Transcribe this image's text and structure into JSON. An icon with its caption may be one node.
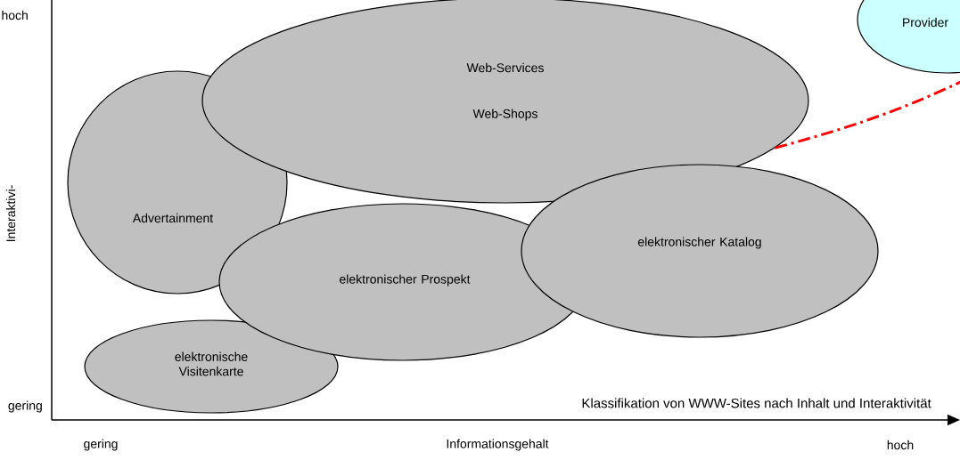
{
  "diagram": {
    "caption": "Klassifikation von WWW-Sites nach Inhalt und Interaktivität",
    "nodes": [
      {
        "text": [
          "Web-Services",
          "Web-Shops"
        ]
      },
      {
        "text": [
          "Provider"
        ]
      },
      {
        "text": [
          "Advertainment"
        ]
      },
      {
        "text": [
          "elektronischer Prospekt"
        ]
      },
      {
        "text": [
          "elektronischer Katalog"
        ]
      },
      {
        "text": [
          "elektronische Visitenkarte"
        ]
      }
    ],
    "edges": [
      {
        "from": 0,
        "to": 1,
        "arrow": "none",
        "style": "dashed",
        "color": "#ff0000"
      }
    ],
    "labels": [
      "hoch",
      "Interaktivi-",
      "gering",
      "gering",
      "Informationsgehalt",
      "hoch"
    ]
  }
}
